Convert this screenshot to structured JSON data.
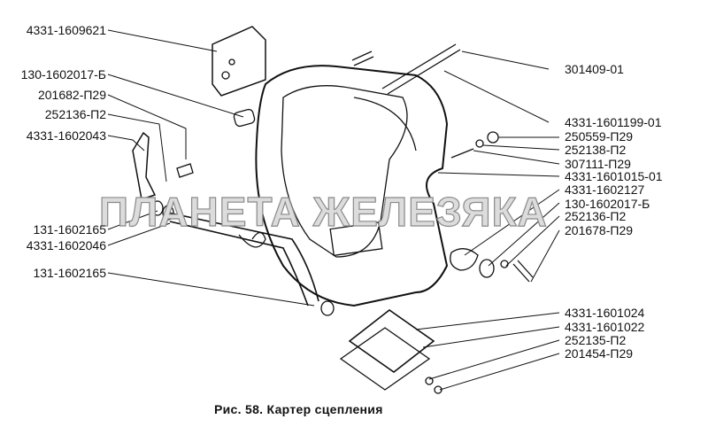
{
  "caption": "Рис. 58. Картер сцепления",
  "watermark": "ПЛАНЕТА ЖЕЛЕЗЯКА",
  "left_labels": [
    "4331-1609621",
    "130-1602017-Б",
    "201682-П29",
    "252136-П2",
    "4331-1602043",
    "131-1602165",
    "4331-1602046",
    "131-1602165"
  ],
  "right_labels": [
    "301409-01",
    "4331-1601199-01",
    "250559-П29",
    "252138-П2",
    "307111-П29",
    "4331-1601015-01",
    "4331-1602127",
    "130-1602017-Б",
    "252136-П2",
    "201678-П29",
    "4331-1601024",
    "4331-1601022",
    "252135-П2",
    "201454-П29"
  ]
}
